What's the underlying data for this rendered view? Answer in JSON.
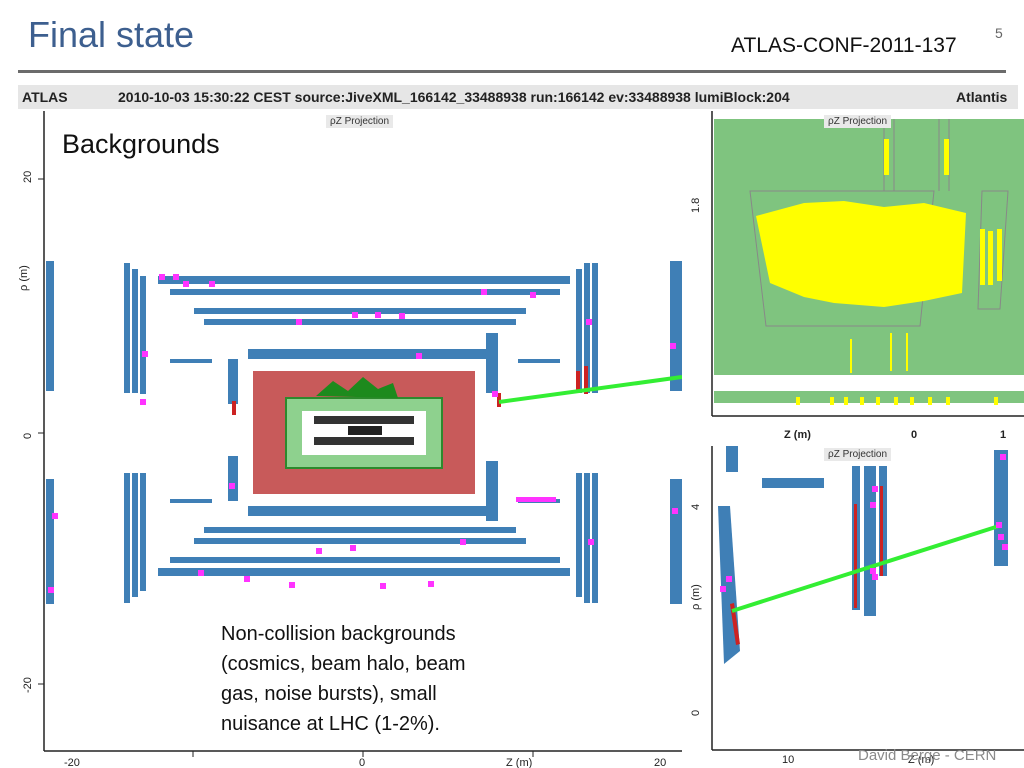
{
  "header": {
    "title": "Final state",
    "conf_id": "ATLAS-CONF-2011-137",
    "page_number": "5"
  },
  "event_bar": {
    "experiment": "ATLAS",
    "info": "2010-10-03 15:30:22 CEST source:JiveXML_166142_33488938 run:166142 ev:33488938 lumiBlock:204",
    "software": "Atlantis"
  },
  "main_view": {
    "projection_label": "ρZ Projection",
    "overlay_title": "Backgrounds",
    "y_axis_label": "ρ (m)",
    "y_ticks": [
      "20",
      "0",
      "-20"
    ],
    "x_ticks": [
      "-20",
      "0",
      "20"
    ],
    "x_axis_label": "Z (m)",
    "description_lines": [
      "Non-collision backgrounds",
      "(cosmics, beam halo, beam",
      "gas, noise bursts), small",
      "nuisance at LHC (1-2%)."
    ]
  },
  "top_right_view": {
    "projection_label": "ρZ Projection",
    "y_ticks": [
      "1.8"
    ],
    "x_ticks": [
      "0",
      "1"
    ],
    "x_axis_label": "Z (m)"
  },
  "bottom_right_view": {
    "projection_label": "ρZ Projection",
    "y_ticks": [
      "4",
      "0"
    ],
    "x_ticks": [
      "10"
    ],
    "y_axis_label": "ρ (m)",
    "x_axis_label": "Z (m)"
  },
  "footer": {
    "credit": "David Berge - CERN"
  },
  "colors": {
    "title": "#3d5f8f",
    "muon_chamber": "#3f7fb6",
    "calorimeter": "#c85a5a",
    "tracker": "#7fc47f",
    "track": "#33ee33",
    "hits": "#ff33ff",
    "energy": "#ffff00"
  }
}
